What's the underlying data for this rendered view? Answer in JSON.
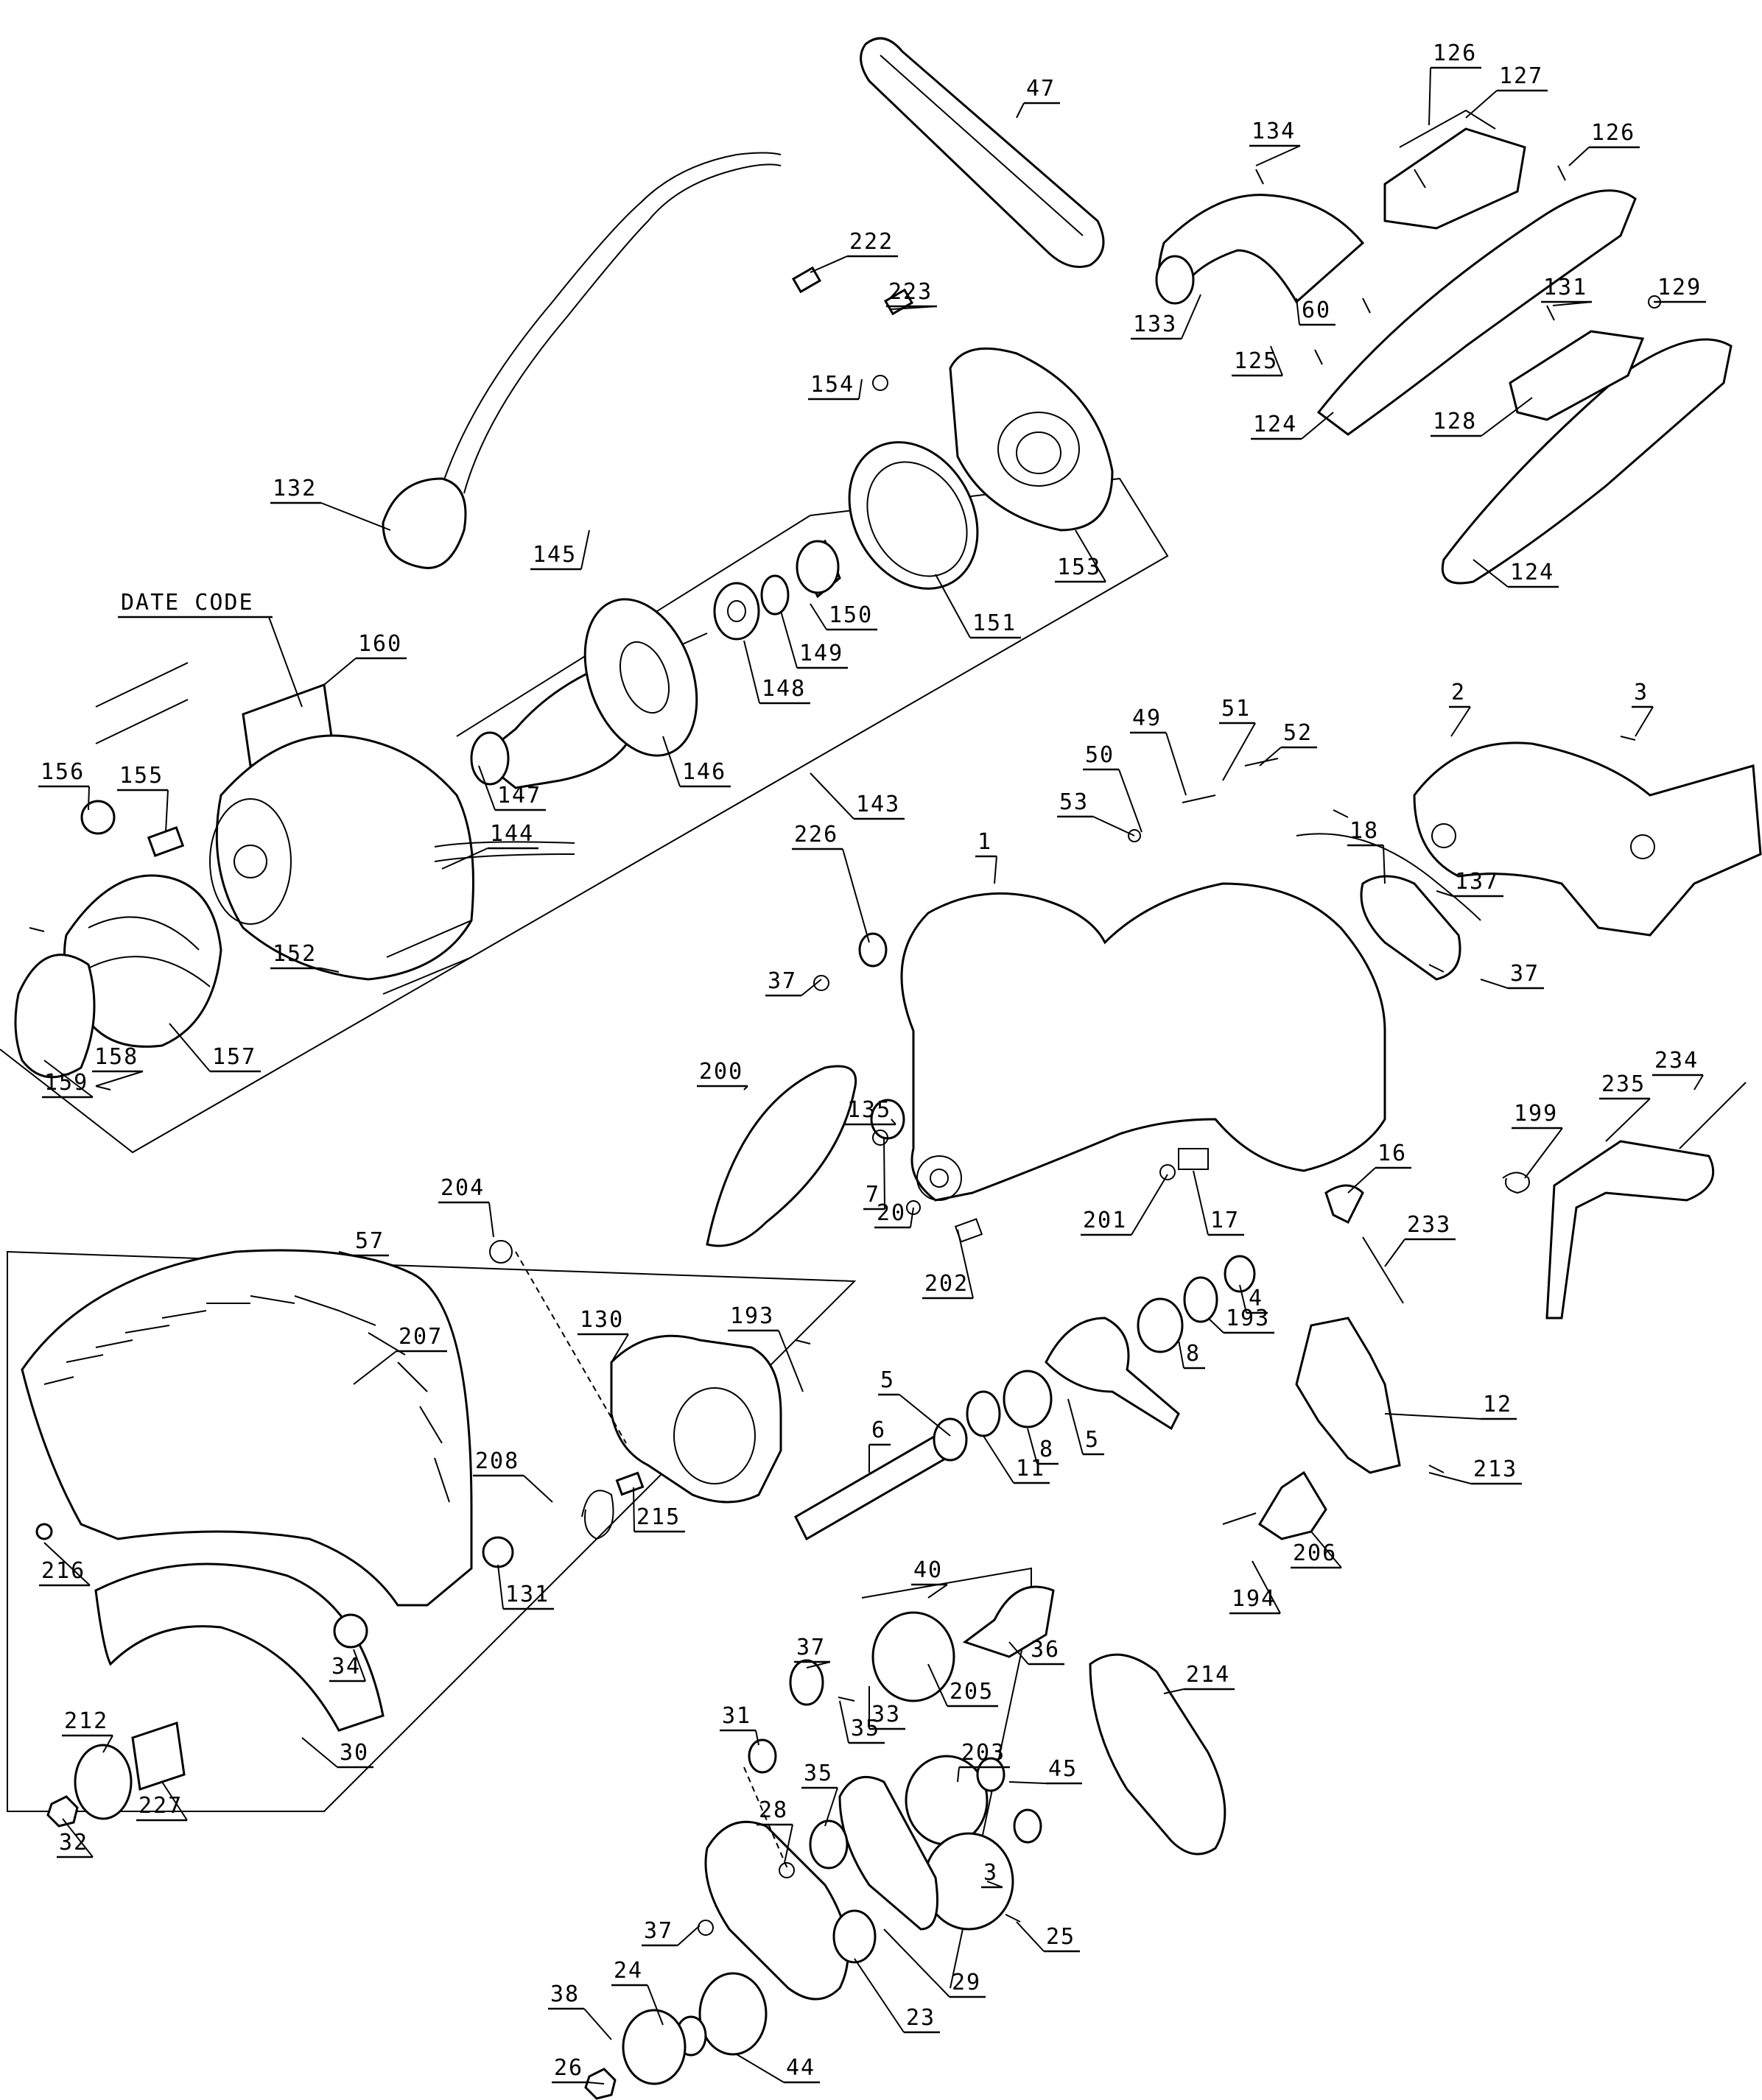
{
  "diagram": {
    "date_code_label": "DATE CODE",
    "callouts": [
      "47",
      "126",
      "127",
      "134",
      "126",
      "222",
      "223",
      "133",
      "60",
      "131",
      "129",
      "125",
      "154",
      "124",
      "128",
      "124",
      "132",
      "145",
      "150",
      "151",
      "153",
      "149",
      "148",
      "160",
      "147",
      "146",
      "143",
      "156",
      "155",
      "144",
      "152",
      "157",
      "158",
      "159",
      "2",
      "3",
      "51",
      "49",
      "52",
      "50",
      "53",
      "1",
      "226",
      "18",
      "37",
      "137",
      "37",
      "200",
      "135",
      "7",
      "20",
      "202",
      "201",
      "17",
      "16",
      "233",
      "235",
      "234",
      "199",
      "57",
      "204",
      "207",
      "130",
      "193",
      "5",
      "8",
      "193",
      "4",
      "6",
      "5",
      "8",
      "11",
      "12",
      "213",
      "208",
      "215",
      "131",
      "194",
      "206",
      "216",
      "34",
      "40",
      "36",
      "37",
      "35",
      "33",
      "205",
      "30",
      "31",
      "203",
      "45",
      "214",
      "212",
      "227",
      "32",
      "35",
      "28",
      "3",
      "37",
      "25",
      "24",
      "38",
      "29",
      "23",
      "26",
      "44"
    ]
  }
}
